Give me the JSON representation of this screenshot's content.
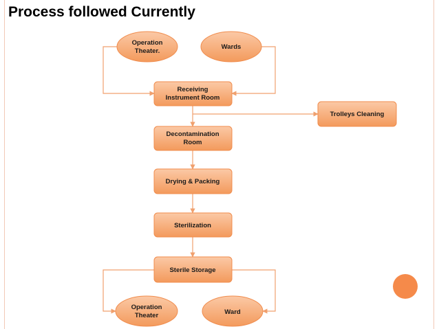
{
  "title": "Process followed Currently",
  "colors": {
    "node_fill_top": "#fbc9a6",
    "node_fill_bottom": "#f39a5c",
    "node_stroke": "#f08c4d",
    "arrow": "#f0a06e",
    "accent_circle": "#f58a4a",
    "frame": "#f2c9b5"
  },
  "nodes": {
    "operation_theater_top": {
      "line1": "Operation",
      "line2": "Theater."
    },
    "wards": {
      "label": "Wards"
    },
    "receiving": {
      "line1": "Receiving",
      "line2": "Instrument Room"
    },
    "trolleys": {
      "label": "Trolleys Cleaning"
    },
    "decontamination": {
      "line1": "Decontamination",
      "line2": "Room"
    },
    "drying": {
      "label": "Drying & Packing"
    },
    "sterilization": {
      "label": "Sterilization"
    },
    "sterile_storage": {
      "label": "Sterile Storage"
    },
    "operation_theater_bottom": {
      "line1": "Operation",
      "line2": "Theater"
    },
    "ward": {
      "label": "Ward"
    }
  }
}
